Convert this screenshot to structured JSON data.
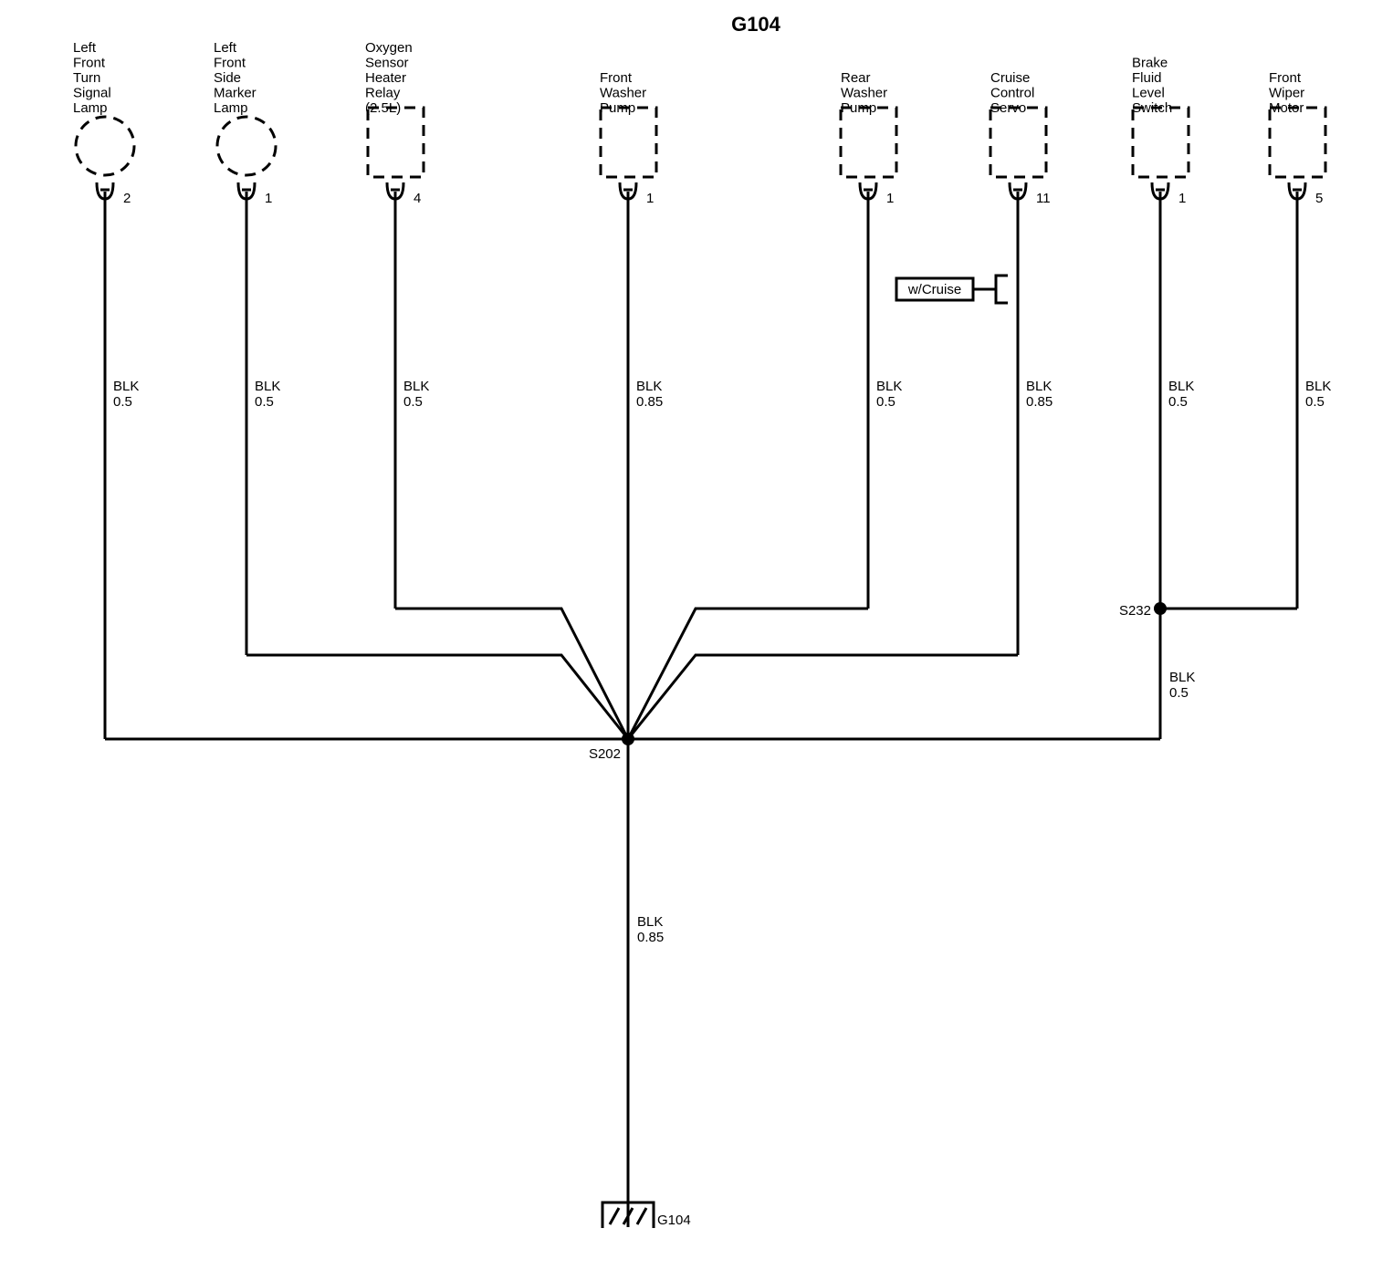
{
  "title": "G104",
  "components": [
    {
      "id": "lf-turn",
      "name_lines": [
        "Left",
        "Front",
        "Turn",
        "Signal",
        "Lamp"
      ],
      "pin": "2",
      "shape": "lamp",
      "wire": {
        "color": "BLK",
        "gauge": "0.5"
      }
    },
    {
      "id": "lf-side",
      "name_lines": [
        "Left",
        "Front",
        "Side",
        "Marker",
        "Lamp"
      ],
      "pin": "1",
      "shape": "lamp",
      "wire": {
        "color": "BLK",
        "gauge": "0.5"
      }
    },
    {
      "id": "o2-relay",
      "name_lines": [
        "Oxygen",
        "Sensor",
        "Heater",
        "Relay",
        "(2.5L)"
      ],
      "pin": "4",
      "shape": "box",
      "wire": {
        "color": "BLK",
        "gauge": "0.5"
      }
    },
    {
      "id": "front-washer",
      "name_lines": [
        "Front",
        "Washer",
        "Pump"
      ],
      "pin": "1",
      "shape": "box",
      "wire": {
        "color": "BLK",
        "gauge": "0.85"
      }
    },
    {
      "id": "rear-washer",
      "name_lines": [
        "Rear",
        "Washer",
        "Pump"
      ],
      "pin": "1",
      "shape": "box",
      "wire": {
        "color": "BLK",
        "gauge": "0.5"
      }
    },
    {
      "id": "cruise-servo",
      "name_lines": [
        "Cruise",
        "Control",
        "Servo"
      ],
      "pin": "11",
      "shape": "box",
      "wire": {
        "color": "BLK",
        "gauge": "0.85"
      }
    },
    {
      "id": "brake-fluid",
      "name_lines": [
        "Brake",
        "Fluid",
        "Level",
        "Switch"
      ],
      "pin": "1",
      "shape": "box",
      "wire": {
        "color": "BLK",
        "gauge": "0.5"
      }
    },
    {
      "id": "front-wiper",
      "name_lines": [
        "Front",
        "Wiper",
        "Motor"
      ],
      "pin": "5",
      "shape": "box",
      "wire": {
        "color": "BLK",
        "gauge": "0.5"
      }
    }
  ],
  "option_label": "w/Cruise",
  "splices": {
    "s202": "S202",
    "s232": "S232"
  },
  "s232_to_s202_wire": {
    "color": "BLK",
    "gauge": "0.5"
  },
  "ground_wire": {
    "color": "BLK",
    "gauge": "0.85"
  },
  "ground_label": "G104"
}
